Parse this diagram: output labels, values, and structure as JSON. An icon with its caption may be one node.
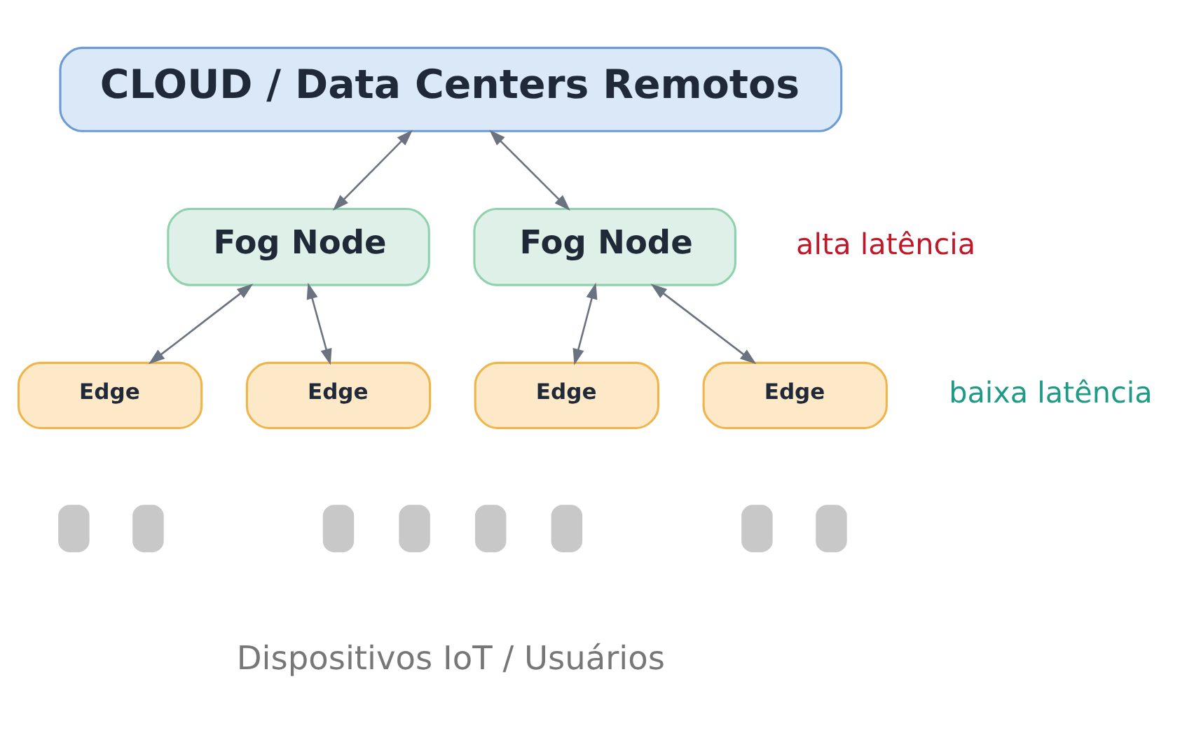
{
  "diagram": {
    "nodes": [
      {
        "text": [
          "CLOUD / Data Centers Remotos"
        ]
      },
      {
        "text": [
          "Fog Node"
        ]
      },
      {
        "text": [
          "Fog Node"
        ]
      },
      {
        "text": [
          "Edge"
        ]
      },
      {
        "text": [
          "Edge"
        ]
      },
      {
        "text": [
          "Edge"
        ]
      },
      {
        "text": [
          "Edge"
        ]
      },
      {
        "text": [],
        "shape": "box"
      },
      {
        "text": [],
        "shape": "box"
      },
      {
        "text": [],
        "shape": "box"
      },
      {
        "text": [],
        "shape": "box"
      },
      {
        "text": [],
        "shape": "box"
      },
      {
        "text": [],
        "shape": "box"
      },
      {
        "text": [],
        "shape": "box"
      },
      {
        "text": [],
        "shape": "box"
      }
    ],
    "edges": [
      {
        "from": 0,
        "to": 1,
        "arrow": "both"
      },
      {
        "from": 0,
        "to": 2,
        "arrow": "both"
      },
      {
        "from": 1,
        "to": 3,
        "arrow": "both"
      },
      {
        "from": 1,
        "to": 4,
        "arrow": "both"
      },
      {
        "from": 2,
        "to": 5,
        "arrow": "both"
      },
      {
        "from": 2,
        "to": 6,
        "arrow": "both"
      }
    ],
    "labels": [
      "alta latência",
      "baixa latência",
      "Dispositivos IoT / Usuários"
    ]
  }
}
